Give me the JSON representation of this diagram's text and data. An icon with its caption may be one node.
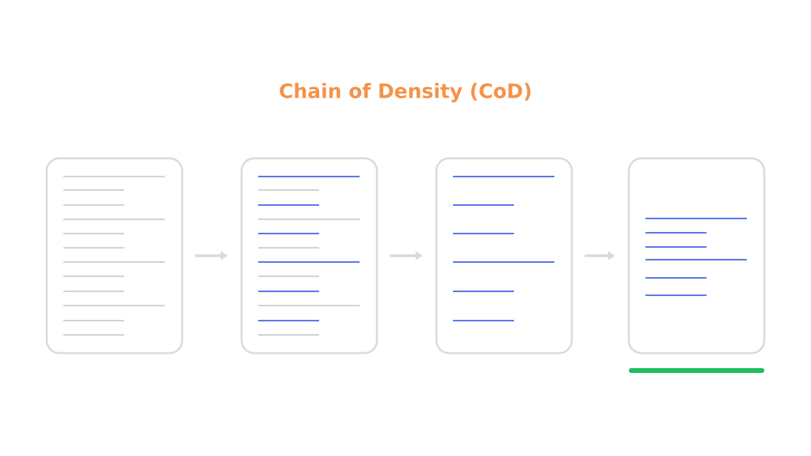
{
  "diagram": {
    "title": "Chain of Density (CoD)",
    "nodes": [
      {
        "text": [],
        "shape": "box"
      },
      {
        "text": [],
        "shape": "box"
      },
      {
        "text": [],
        "shape": "box"
      },
      {
        "text": [],
        "shape": "box"
      }
    ],
    "edges": [
      {
        "from": 0,
        "to": 1,
        "arrow": "to"
      },
      {
        "from": 1,
        "to": 2,
        "arrow": "to"
      },
      {
        "from": 2,
        "to": 3,
        "arrow": "to"
      }
    ]
  }
}
